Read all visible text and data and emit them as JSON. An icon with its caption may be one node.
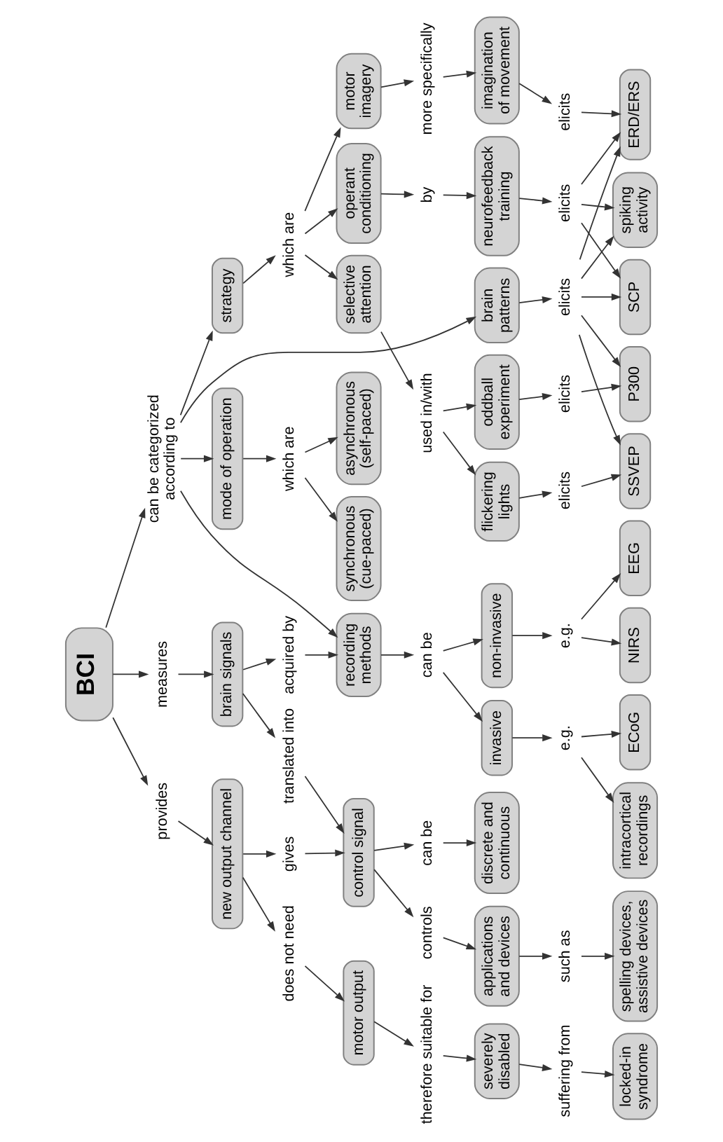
{
  "diagram": {
    "nodes": [
      {
        "text": [
          "BCI"
        ]
      },
      {
        "text": [
          "provides"
        ]
      },
      {
        "text": [
          "measures"
        ]
      },
      {
        "text": [
          "can be categorized according to"
        ]
      },
      {
        "text": [
          "new output channel"
        ]
      },
      {
        "text": [
          "brain signals"
        ]
      },
      {
        "text": [
          "mode of operation"
        ]
      },
      {
        "text": [
          "strategy"
        ]
      },
      {
        "text": [
          "does not need"
        ]
      },
      {
        "text": [
          "gives"
        ]
      },
      {
        "text": [
          "translated into"
        ]
      },
      {
        "text": [
          "acquired by"
        ]
      },
      {
        "text": [
          "which are"
        ]
      },
      {
        "text": [
          "which are"
        ]
      },
      {
        "text": [
          "motor output"
        ]
      },
      {
        "text": [
          "control signal"
        ]
      },
      {
        "text": [
          "recording methods"
        ]
      },
      {
        "text": [
          "synchronous (cue-paced)"
        ]
      },
      {
        "text": [
          "asynchronous (self-paced)"
        ]
      },
      {
        "text": [
          "selective attention"
        ]
      },
      {
        "text": [
          "operant conditioning"
        ]
      },
      {
        "text": [
          "motor imagery"
        ]
      },
      {
        "text": [
          "therefore suitable for"
        ]
      },
      {
        "text": [
          "controls"
        ]
      },
      {
        "text": [
          "can be"
        ]
      },
      {
        "text": [
          "can be"
        ]
      },
      {
        "text": [
          "used in/with"
        ]
      },
      {
        "text": [
          "by"
        ]
      },
      {
        "text": [
          "more specifically"
        ]
      },
      {
        "text": [
          "severely disabled"
        ]
      },
      {
        "text": [
          "applications and devices"
        ]
      },
      {
        "text": [
          "discrete and continuous"
        ]
      },
      {
        "text": [
          "invasive"
        ]
      },
      {
        "text": [
          "non-invasive"
        ]
      },
      {
        "text": [
          "flickering lights"
        ]
      },
      {
        "text": [
          "oddball experiment"
        ]
      },
      {
        "text": [
          "brain patterns"
        ]
      },
      {
        "text": [
          "neurofeedback training"
        ]
      },
      {
        "text": [
          "imagination of movement"
        ]
      },
      {
        "text": [
          "suffering from"
        ]
      },
      {
        "text": [
          "such as"
        ]
      },
      {
        "text": [
          "e.g."
        ]
      },
      {
        "text": [
          "e.g."
        ]
      },
      {
        "text": [
          "elicits"
        ]
      },
      {
        "text": [
          "elicits"
        ]
      },
      {
        "text": [
          "elicits"
        ]
      },
      {
        "text": [
          "elicits"
        ]
      },
      {
        "text": [
          "elicits"
        ]
      },
      {
        "text": [
          "locked-in syndrome"
        ]
      },
      {
        "text": [
          "spelling devices, assistive devices"
        ]
      },
      {
        "text": [
          "intracortical recordings"
        ]
      },
      {
        "text": [
          "ECoG"
        ]
      },
      {
        "text": [
          "NIRS"
        ]
      },
      {
        "text": [
          "EEG"
        ]
      },
      {
        "text": [
          "SSVEP"
        ]
      },
      {
        "text": [
          "P300"
        ]
      },
      {
        "text": [
          "SCP"
        ]
      },
      {
        "text": [
          "spiking activity"
        ]
      },
      {
        "text": [
          "ERD/ERS"
        ]
      }
    ],
    "edges": [
      {
        "from": 0,
        "to": 1,
        "arrow": "to"
      },
      {
        "from": 0,
        "to": 2,
        "arrow": "to"
      },
      {
        "from": 0,
        "to": 3,
        "arrow": "to"
      },
      {
        "from": 1,
        "to": 4,
        "arrow": "to"
      },
      {
        "from": 2,
        "to": 5,
        "arrow": "to"
      },
      {
        "from": 3,
        "to": 16,
        "arrow": "to"
      },
      {
        "from": 3,
        "to": 6,
        "arrow": "to"
      },
      {
        "from": 3,
        "to": 36,
        "arrow": "to"
      },
      {
        "from": 3,
        "to": 7,
        "arrow": "to"
      },
      {
        "from": 4,
        "to": 8,
        "arrow": "to"
      },
      {
        "from": 4,
        "to": 9,
        "arrow": "to"
      },
      {
        "from": 5,
        "to": 10,
        "arrow": "to"
      },
      {
        "from": 5,
        "to": 11,
        "arrow": "to"
      },
      {
        "from": 6,
        "to": 12,
        "arrow": "to"
      },
      {
        "from": 7,
        "to": 13,
        "arrow": "to"
      },
      {
        "from": 8,
        "to": 14,
        "arrow": "to"
      },
      {
        "from": 9,
        "to": 15,
        "arrow": "to"
      },
      {
        "from": 10,
        "to": 15,
        "arrow": "to"
      },
      {
        "from": 11,
        "to": 16,
        "arrow": "to"
      },
      {
        "from": 12,
        "to": 17,
        "arrow": "to"
      },
      {
        "from": 12,
        "to": 18,
        "arrow": "to"
      },
      {
        "from": 13,
        "to": 19,
        "arrow": "to"
      },
      {
        "from": 13,
        "to": 20,
        "arrow": "to"
      },
      {
        "from": 13,
        "to": 21,
        "arrow": "to"
      },
      {
        "from": 14,
        "to": 22,
        "arrow": "to"
      },
      {
        "from": 15,
        "to": 23,
        "arrow": "to"
      },
      {
        "from": 15,
        "to": 24,
        "arrow": "to"
      },
      {
        "from": 16,
        "to": 25,
        "arrow": "to"
      },
      {
        "from": 19,
        "to": 26,
        "arrow": "to"
      },
      {
        "from": 20,
        "to": 27,
        "arrow": "to"
      },
      {
        "from": 21,
        "to": 28,
        "arrow": "to"
      },
      {
        "from": 22,
        "to": 29,
        "arrow": "to"
      },
      {
        "from": 23,
        "to": 30,
        "arrow": "to"
      },
      {
        "from": 24,
        "to": 31,
        "arrow": "to"
      },
      {
        "from": 25,
        "to": 32,
        "arrow": "to"
      },
      {
        "from": 25,
        "to": 33,
        "arrow": "to"
      },
      {
        "from": 26,
        "to": 34,
        "arrow": "to"
      },
      {
        "from": 26,
        "to": 35,
        "arrow": "to"
      },
      {
        "from": 27,
        "to": 37,
        "arrow": "to"
      },
      {
        "from": 28,
        "to": 38,
        "arrow": "to"
      },
      {
        "from": 29,
        "to": 39,
        "arrow": "to"
      },
      {
        "from": 30,
        "to": 40,
        "arrow": "to"
      },
      {
        "from": 32,
        "to": 41,
        "arrow": "to"
      },
      {
        "from": 33,
        "to": 42,
        "arrow": "to"
      },
      {
        "from": 34,
        "to": 43,
        "arrow": "to"
      },
      {
        "from": 35,
        "to": 44,
        "arrow": "to"
      },
      {
        "from": 36,
        "to": 45,
        "arrow": "to"
      },
      {
        "from": 37,
        "to": 46,
        "arrow": "to"
      },
      {
        "from": 38,
        "to": 47,
        "arrow": "to"
      },
      {
        "from": 39,
        "to": 48,
        "arrow": "to"
      },
      {
        "from": 40,
        "to": 49,
        "arrow": "to"
      },
      {
        "from": 41,
        "to": 50,
        "arrow": "to"
      },
      {
        "from": 41,
        "to": 51,
        "arrow": "to"
      },
      {
        "from": 42,
        "to": 52,
        "arrow": "to"
      },
      {
        "from": 42,
        "to": 53,
        "arrow": "to"
      },
      {
        "from": 43,
        "to": 54,
        "arrow": "to"
      },
      {
        "from": 44,
        "to": 55,
        "arrow": "to"
      },
      {
        "from": 45,
        "to": 54,
        "arrow": "to"
      },
      {
        "from": 45,
        "to": 55,
        "arrow": "to"
      },
      {
        "from": 45,
        "to": 56,
        "arrow": "to"
      },
      {
        "from": 45,
        "to": 57,
        "arrow": "to"
      },
      {
        "from": 45,
        "to": 58,
        "arrow": "to"
      },
      {
        "from": 46,
        "to": 56,
        "arrow": "to"
      },
      {
        "from": 46,
        "to": 57,
        "arrow": "to"
      },
      {
        "from": 46,
        "to": 58,
        "arrow": "to"
      },
      {
        "from": 47,
        "to": 58,
        "arrow": "to"
      }
    ]
  }
}
